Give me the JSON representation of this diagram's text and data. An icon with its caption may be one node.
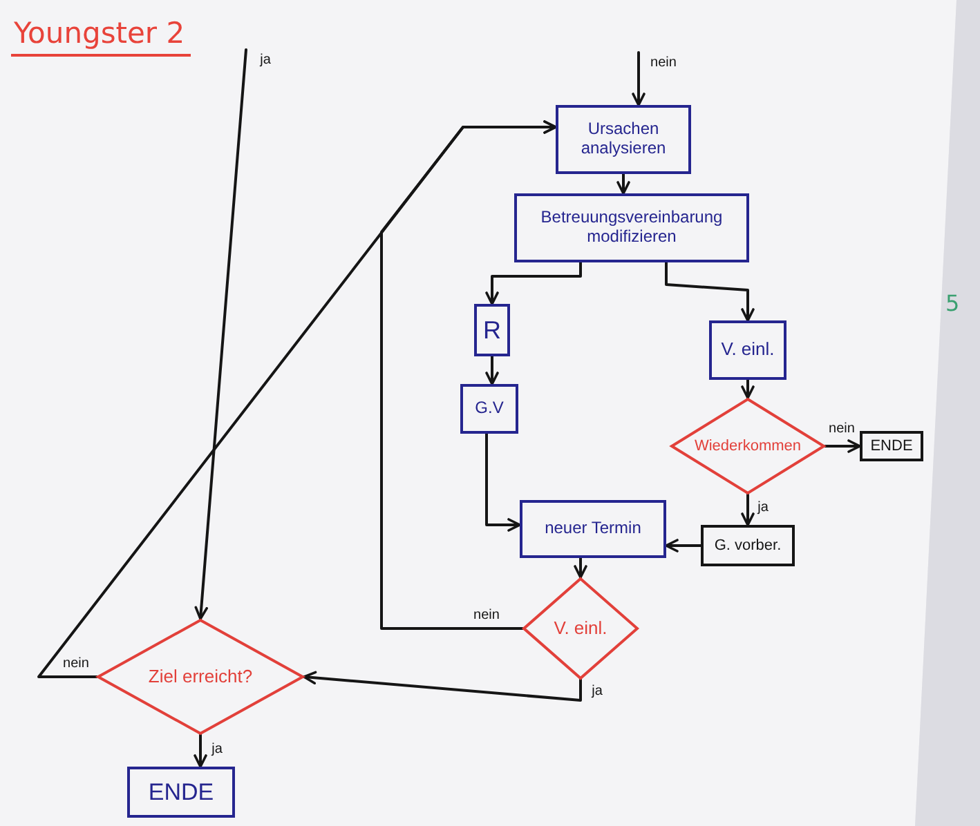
{
  "diagram": {
    "title": "Youngster 2",
    "nodes": [
      {
        "text": [
          "Ursachen analysieren"
        ]
      },
      {
        "text": [
          "Betreuungsvereinbarung modifizieren"
        ]
      },
      {
        "text": [
          "R"
        ]
      },
      {
        "text": [
          "V. einl."
        ]
      },
      {
        "text": [
          "G.V"
        ]
      },
      {
        "text": [
          "Wiederkommen"
        ]
      },
      {
        "text": [
          "ENDE"
        ]
      },
      {
        "text": [
          "G. vorber."
        ]
      },
      {
        "text": [
          "neuer Termin"
        ]
      },
      {
        "text": [
          "V. einl."
        ]
      },
      {
        "text": [
          "Ziel erreicht?"
        ]
      },
      {
        "text": [
          "ENDE"
        ]
      }
    ],
    "edges": [
      {
        "from": null,
        "to": 10,
        "arrow": "to",
        "label": "ja"
      },
      {
        "from": null,
        "to": 0,
        "arrow": "to",
        "label": "nein"
      },
      {
        "from": 0,
        "to": 1,
        "arrow": "to"
      },
      {
        "from": 1,
        "to": 2,
        "arrow": "to"
      },
      {
        "from": 1,
        "to": 3,
        "arrow": "to"
      },
      {
        "from": 2,
        "to": 4,
        "arrow": "to"
      },
      {
        "from": 4,
        "to": 8,
        "arrow": "to"
      },
      {
        "from": 3,
        "to": 5,
        "arrow": "to"
      },
      {
        "from": 5,
        "to": 6,
        "arrow": "to",
        "label": "nein"
      },
      {
        "from": 5,
        "to": 7,
        "arrow": "to",
        "label": "ja"
      },
      {
        "from": 7,
        "to": 8,
        "arrow": "to"
      },
      {
        "from": 8,
        "to": 9,
        "arrow": "to"
      },
      {
        "from": 9,
        "to": 0,
        "arrow": "to",
        "label": "nein"
      },
      {
        "from": 10,
        "to": 0,
        "arrow": "to",
        "label": "nein"
      },
      {
        "from": 9,
        "to": 10,
        "arrow": "to",
        "label": "ja"
      },
      {
        "from": 10,
        "to": 11,
        "arrow": "to",
        "label": "ja"
      }
    ],
    "labels": [
      "5"
    ]
  }
}
